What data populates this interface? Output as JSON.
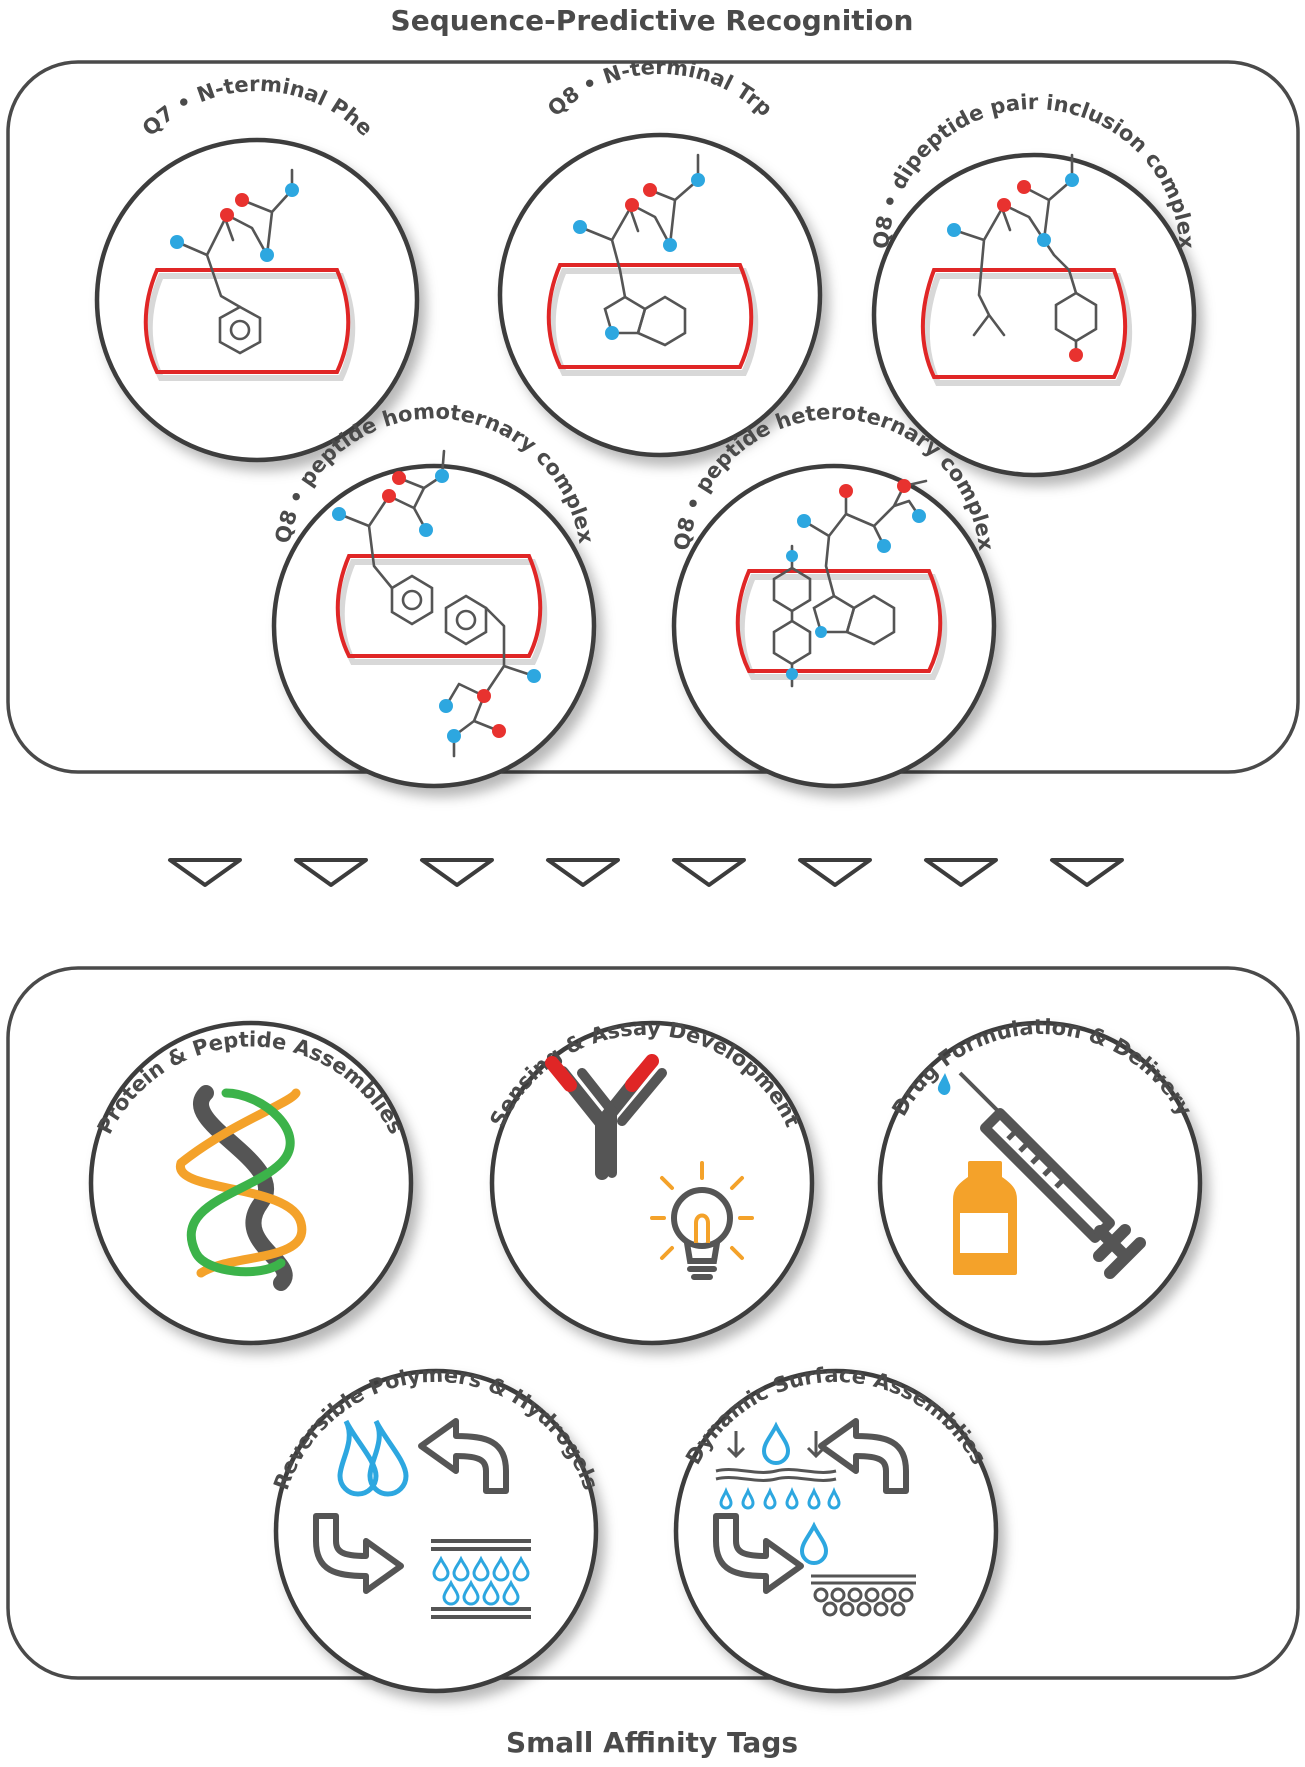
{
  "title_top": "Sequence-Predictive Recognition",
  "title_bottom": "Small Affinity Tags",
  "top_panel": {
    "items": [
      {
        "label": "Q7 • N-terminal Phe"
      },
      {
        "label": "Q8 • N-terminal Trp"
      },
      {
        "label": "Q8 • dipeptide pair inclusion complex"
      },
      {
        "label": "Q8 • peptide homoternary complex"
      },
      {
        "label": "Q8 • peptide heteroternary complex"
      }
    ]
  },
  "bottom_panel": {
    "items": [
      {
        "label": "Protein & Peptide Assemblies",
        "icon": "helix-icon"
      },
      {
        "label": "Sensing  & Assay Development",
        "icon": "antibody-lightbulb-icon"
      },
      {
        "label": "Drug Formulation & Delivery",
        "icon": "syringe-vial-icon"
      },
      {
        "label": "Reversible Polymers & Hydrogels",
        "icon": "hydrogel-cycle-icon"
      },
      {
        "label": "Dynamic Surface Assemblies",
        "icon": "surface-cycle-icon"
      }
    ]
  },
  "colors": {
    "oxygen": "#e8322f",
    "nitrogen": "#2da7e0",
    "cavity": "#e02626",
    "outline": "#3c3c3c",
    "helix_orange": "#f4a22a",
    "helix_green": "#3cb34a",
    "drop_blue": "#2da7e0"
  }
}
